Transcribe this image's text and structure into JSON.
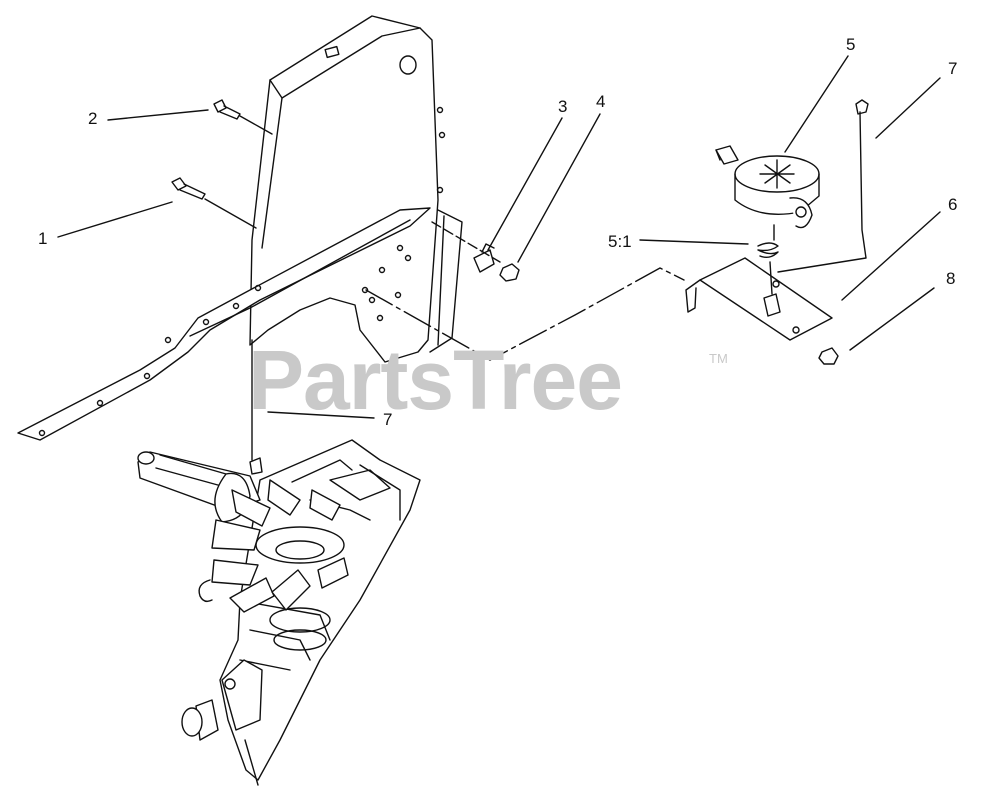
{
  "callouts": {
    "c1": "1",
    "c2": "2",
    "c3": "3",
    "c4": "4",
    "c5": "5",
    "c5_1": "5:1",
    "c6": "6",
    "c7_top": "7",
    "c7_mid": "7",
    "c8": "8"
  },
  "watermark": {
    "brand": "PartsTree",
    "trademark": "TM"
  },
  "colors": {
    "line": "#111111",
    "watermark": "#c9c9c9",
    "background": "#ffffff"
  }
}
